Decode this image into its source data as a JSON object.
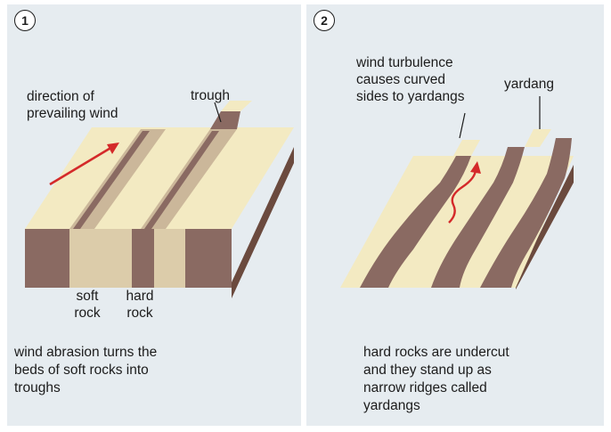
{
  "panel1": {
    "number": "1",
    "wind_label_line1": "direction of",
    "wind_label_line2": "prevailing wind",
    "trough_label": "trough",
    "soft_rock_line1": "soft",
    "soft_rock_line2": "rock",
    "hard_rock_line1": "hard",
    "hard_rock_line2": "rock",
    "caption_line1": "wind abrasion turns the",
    "caption_line2": "beds of soft rocks into",
    "caption_line3": "troughs"
  },
  "panel2": {
    "number": "2",
    "turbulence_line1": "wind turbulence",
    "turbulence_line2": "causes curved",
    "turbulence_line3": "sides to yardangs",
    "yardang_label": "yardang",
    "caption_line1": "hard rocks are undercut",
    "caption_line2": "and they stand up as",
    "caption_line3": "narrow ridges called",
    "caption_line4": "yardangs"
  },
  "colors": {
    "panel_bg": "#e6ecf0",
    "hard_rock_top": "#f3eac2",
    "soft_rock_top": "#cbb79a",
    "rock_face_dark": "#8a6a62",
    "rock_face_light": "#dcccaa",
    "block_side": "#6b4a3e",
    "arrow": "#d42a2a"
  },
  "icons": {
    "wind_arrow": "arrow-up-right-icon",
    "turbulence_arrow": "wavy-arrow-up-icon"
  }
}
